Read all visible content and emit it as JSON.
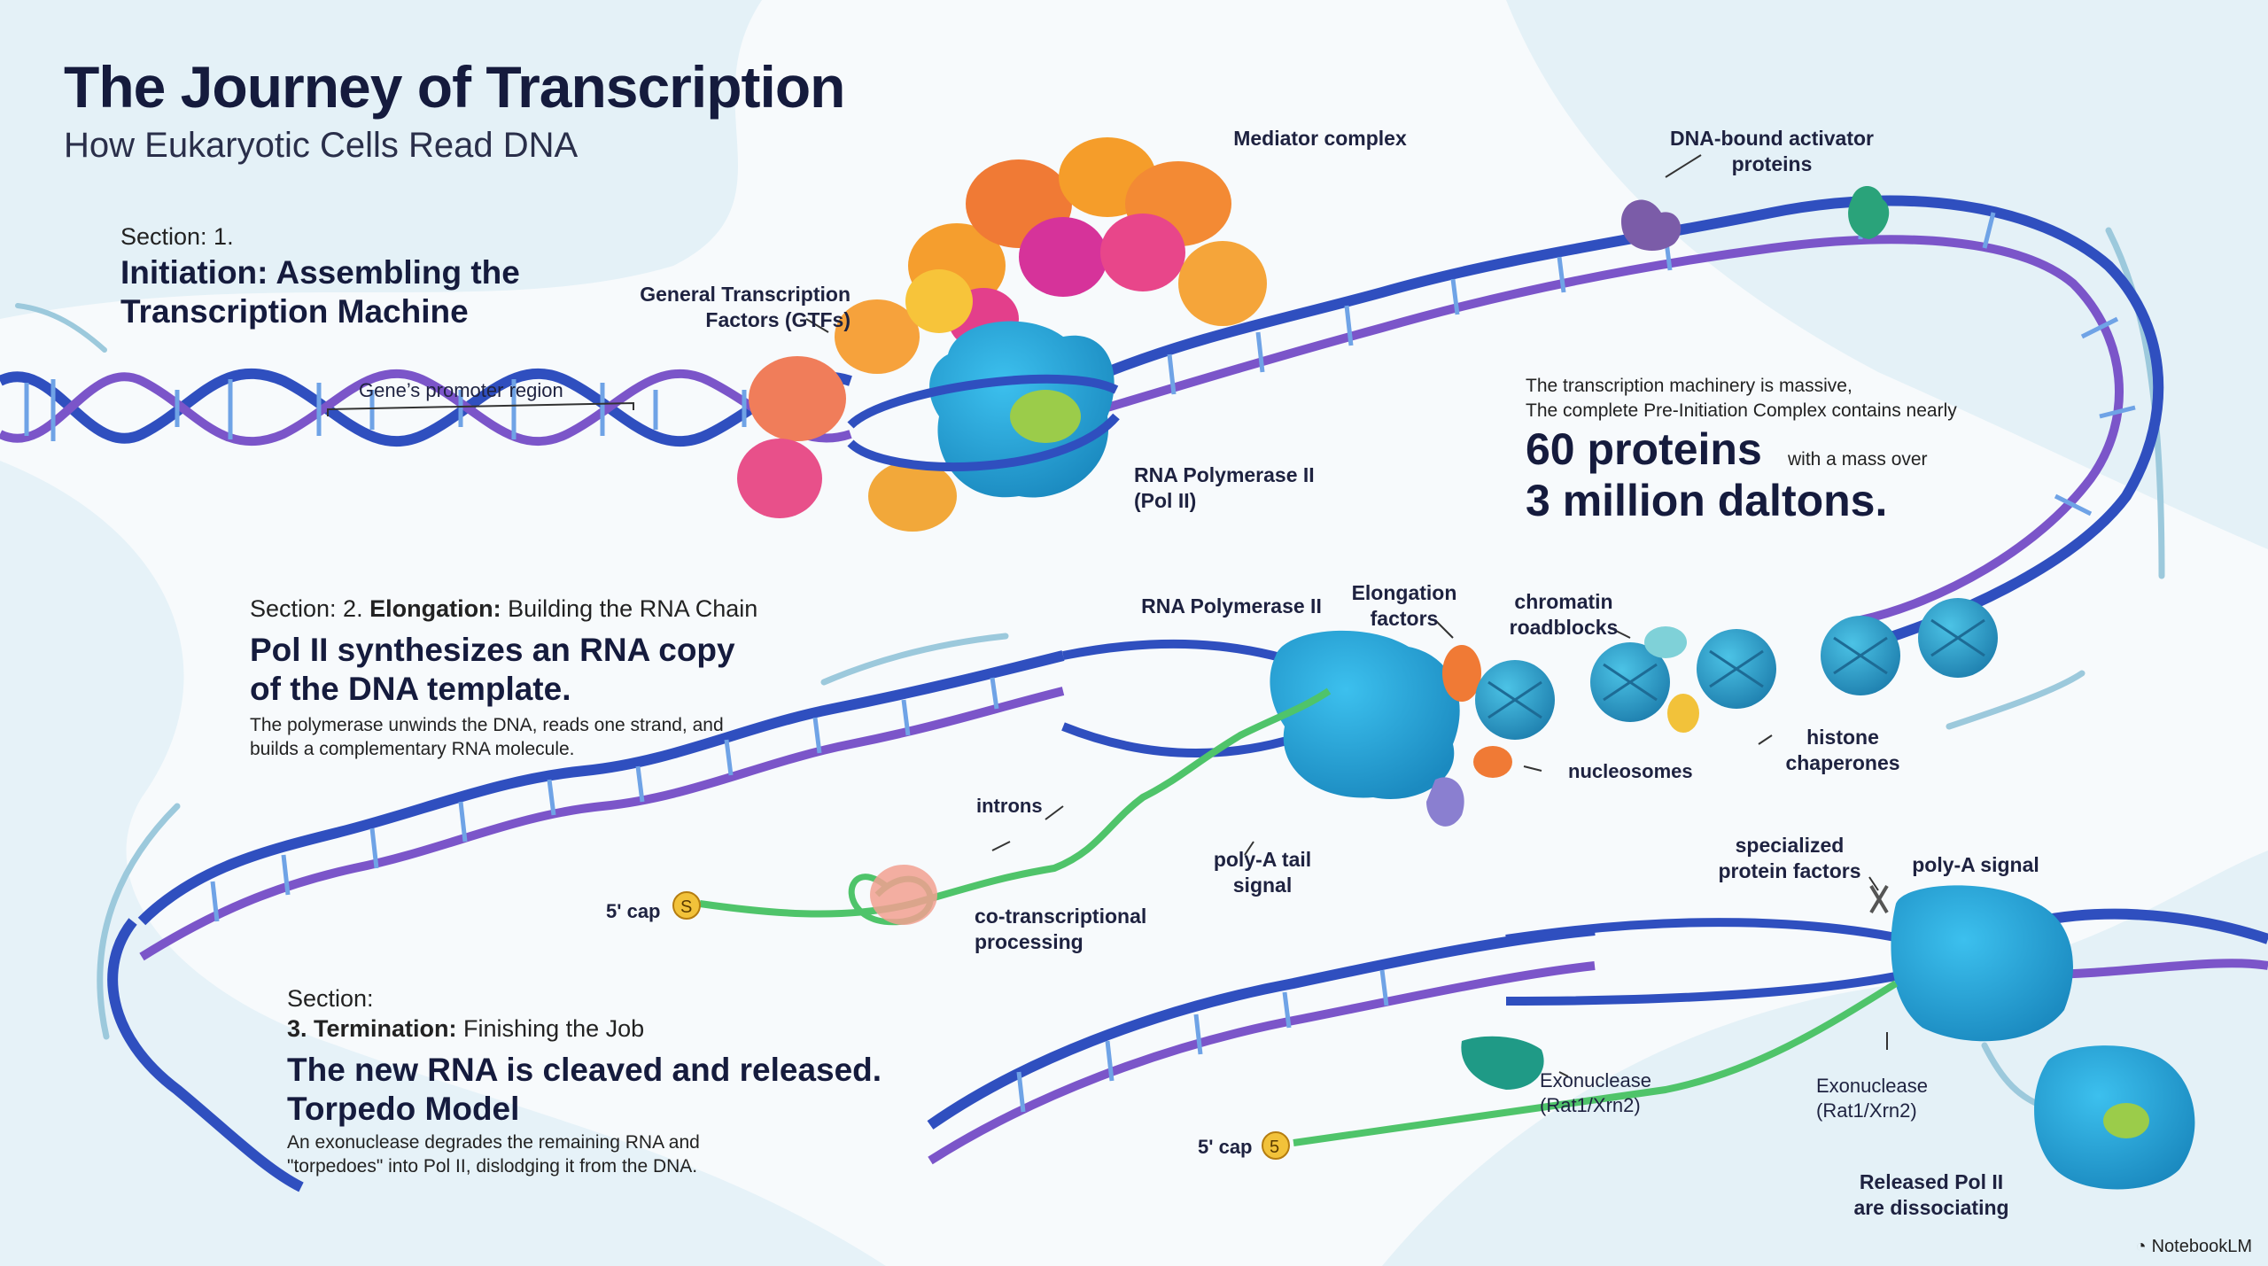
{
  "header": {
    "title": "The Journey of Transcription",
    "subtitle": "How Eukaryotic Cells Read DNA"
  },
  "section1": {
    "number": "Section: 1.",
    "heading": "Initiation: Assembling the Transcription Machine",
    "labels": {
      "mediator": "Mediator complex",
      "activators": "DNA-bound activator proteins",
      "gtfs": "General Transcription Factors (GTFs)",
      "promoter": "Gene’s promoter region",
      "polii": "RNA Polymerase II (Pol II)"
    },
    "fact": {
      "line1": "The transcription machinery is massive,",
      "line2": "The complete Pre-Initiation Complex contains nearly",
      "big1": "60 proteins",
      "small": "with a mass over",
      "big2": "3 million daltons."
    }
  },
  "section2": {
    "number_prefix": "Section: 2.",
    "number_bold": "Elongation:",
    "number_suffix": "Building the RNA Chain",
    "heading": "Pol II synthesizes an RNA copy of the DNA template.",
    "body": "The polymerase unwinds the DNA, reads one strand, and builds a complementary RNA molecule.",
    "labels": {
      "polii": "RNA Polymerase II",
      "elongation": "Elongation factors",
      "roadblocks": "chromatin roadblocks",
      "nucleosomes": "nucleosomes",
      "chaperones": "histone chaperones",
      "introns": "introns",
      "polya_signal": "poly-A tail signal",
      "cap": "5' cap",
      "cotrans": "co-transcriptional processing"
    }
  },
  "section3": {
    "number": "Section:",
    "subhead_bold": "3. Termination:",
    "subhead_rest": "Finishing the Job",
    "heading1": "The new RNA is cleaved and released.",
    "heading2": "Torpedo Model",
    "body": "An exonuclease degrades the remaining RNA and \"torpedoes\" into Pol II, dislodging it from the DNA.",
    "labels": {
      "specialized": "specialized protein factors",
      "polya": "poly-A signal",
      "exo1": "Exonuclease (Rat1/Xrn2)",
      "exo2": "Exonuclease (Rat1/Xrn2)",
      "cap": "5' cap",
      "released": "Released Pol II are dissociating"
    }
  },
  "brand": "NotebookLM",
  "colors": {
    "dna_blue": "#2f4fbf",
    "dna_purple": "#7b55c9",
    "rna_green": "#4fc46a",
    "polii": "#2aa6d6",
    "nucleosome": "#2aa0c8"
  }
}
